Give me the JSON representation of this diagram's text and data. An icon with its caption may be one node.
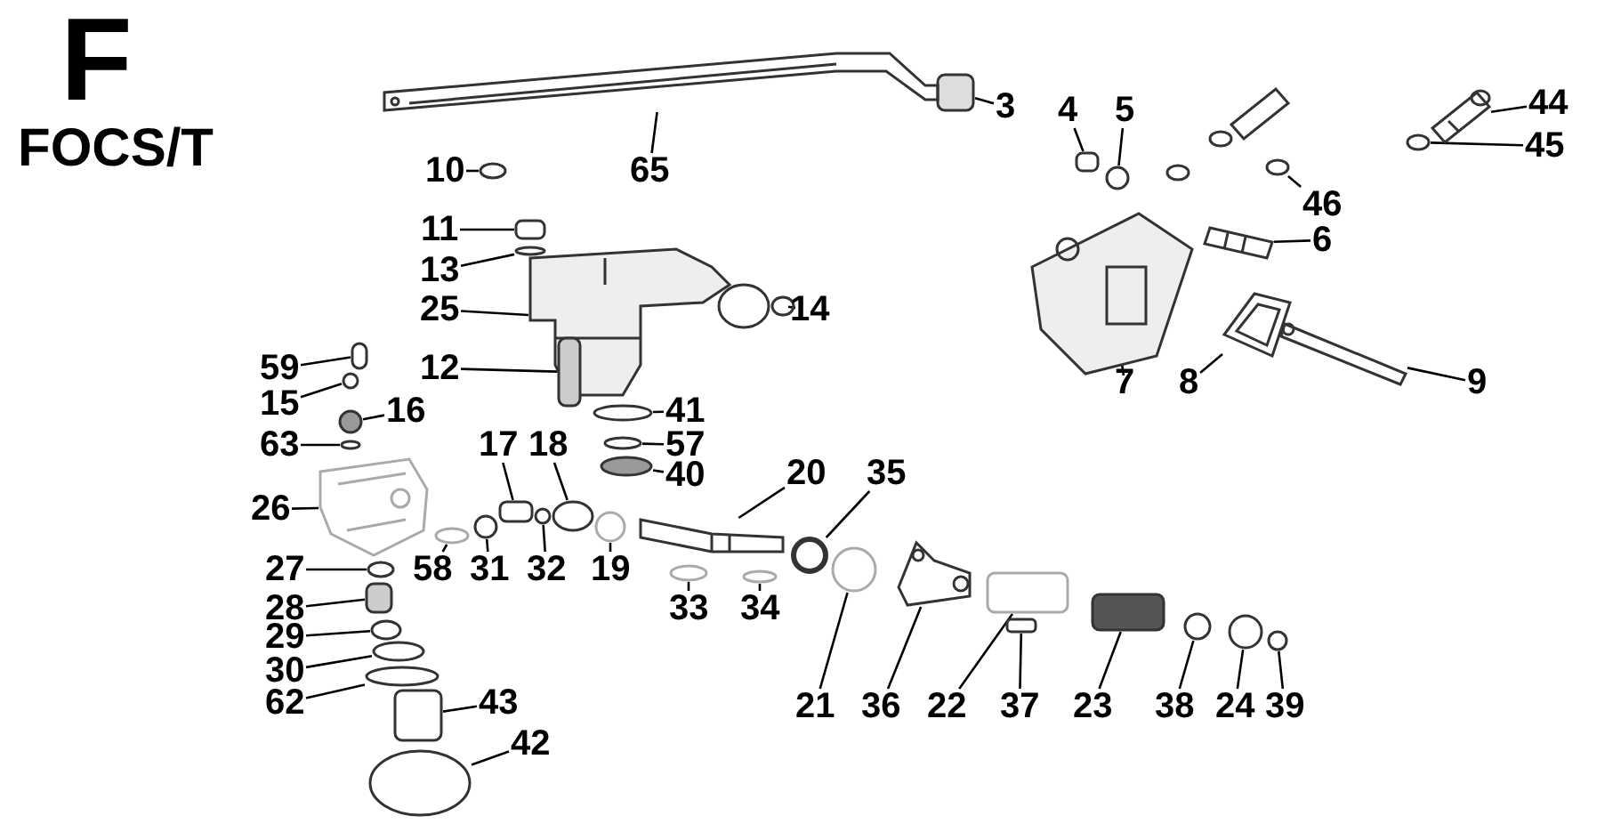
{
  "diagram": {
    "title": "F",
    "nodes": [
      {
        "text": [
          "3"
        ]
      },
      {
        "text": [
          "4"
        ]
      },
      {
        "text": [
          "5"
        ]
      },
      {
        "text": [
          "44"
        ]
      },
      {
        "text": [
          "45"
        ]
      },
      {
        "text": [
          "65"
        ]
      },
      {
        "text": [
          "10"
        ]
      },
      {
        "text": [
          "46"
        ]
      },
      {
        "text": [
          "11"
        ]
      },
      {
        "text": [
          "13"
        ]
      },
      {
        "text": [
          "6"
        ]
      },
      {
        "text": [
          "25"
        ]
      },
      {
        "text": [
          "14"
        ]
      },
      {
        "text": [
          "7"
        ]
      },
      {
        "text": [
          "8"
        ]
      },
      {
        "text": [
          "9"
        ]
      },
      {
        "text": [
          "59"
        ]
      },
      {
        "text": [
          "12"
        ]
      },
      {
        "text": [
          "15"
        ]
      },
      {
        "text": [
          "16"
        ]
      },
      {
        "text": [
          "41"
        ]
      },
      {
        "text": [
          "63"
        ]
      },
      {
        "text": [
          "57"
        ]
      },
      {
        "text": [
          "17"
        ]
      },
      {
        "text": [
          "18"
        ]
      },
      {
        "text": [
          "40"
        ]
      },
      {
        "text": [
          "20"
        ]
      },
      {
        "text": [
          "35"
        ]
      },
      {
        "text": [
          "26"
        ]
      },
      {
        "text": [
          "58"
        ]
      },
      {
        "text": [
          "31"
        ]
      },
      {
        "text": [
          "32"
        ]
      },
      {
        "text": [
          "19"
        ]
      },
      {
        "text": [
          "33"
        ]
      },
      {
        "text": [
          "34"
        ]
      },
      {
        "text": [
          "27"
        ]
      },
      {
        "text": [
          "28"
        ]
      },
      {
        "text": [
          "29"
        ]
      },
      {
        "text": [
          "30"
        ]
      },
      {
        "text": [
          "62"
        ]
      },
      {
        "text": [
          "43"
        ]
      },
      {
        "text": [
          "42"
        ]
      },
      {
        "text": [
          "21"
        ]
      },
      {
        "text": [
          "36"
        ]
      },
      {
        "text": [
          "22"
        ]
      },
      {
        "text": [
          "37"
        ]
      },
      {
        "text": [
          "23"
        ]
      },
      {
        "text": [
          "38"
        ]
      },
      {
        "text": [
          "24"
        ]
      },
      {
        "text": [
          "39"
        ]
      },
      {
        "text": [],
        "shape": "box"
      },
      {
        "text": [],
        "shape": "box"
      },
      {
        "text": [],
        "shape": "circle"
      },
      {
        "text": [],
        "shape": "picture"
      },
      {
        "text": [],
        "shape": "circle"
      },
      {
        "text": [],
        "shape": "picture"
      },
      {
        "text": [],
        "shape": "circle"
      },
      {
        "text": [],
        "shape": "circle"
      },
      {
        "text": [],
        "shape": "box"
      },
      {
        "text": [],
        "shape": "circle"
      },
      {
        "text": [],
        "shape": "picture"
      },
      {
        "text": [],
        "shape": "picture"
      },
      {
        "text": [],
        "shape": "circle"
      },
      {
        "text": [],
        "shape": "picture"
      },
      {
        "text": [],
        "shape": "picture"
      },
      {
        "text": [],
        "shape": "picture"
      },
      {
        "text": [],
        "shape": "box"
      },
      {
        "text": [],
        "shape": "box"
      },
      {
        "text": [],
        "shape": "circle"
      },
      {
        "text": [],
        "shape": "circle"
      },
      {
        "text": [],
        "shape": "circle"
      },
      {
        "text": [],
        "shape": "circle"
      },
      {
        "text": [],
        "shape": "circle"
      },
      {
        "text": [],
        "shape": "box"
      },
      {
        "text": [],
        "shape": "circle"
      },
      {
        "text": [],
        "shape": "circle"
      },
      {
        "text": [],
        "shape": "picture"
      },
      {
        "text": [],
        "shape": "circle"
      },
      {
        "text": [],
        "shape": "picture"
      },
      {
        "text": [],
        "shape": "circle"
      },
      {
        "text": [],
        "shape": "circle"
      },
      {
        "text": [],
        "shape": "circle"
      },
      {
        "text": [],
        "shape": "circle"
      },
      {
        "text": [],
        "shape": "circle"
      },
      {
        "text": [],
        "shape": "circle"
      },
      {
        "text": [],
        "shape": "circle"
      },
      {
        "text": [],
        "shape": "box"
      },
      {
        "text": [],
        "shape": "circle"
      },
      {
        "text": [],
        "shape": "circle"
      },
      {
        "text": [],
        "shape": "circle"
      },
      {
        "text": [],
        "shape": "box"
      },
      {
        "text": [],
        "shape": "circle"
      },
      {
        "text": [],
        "shape": "circle"
      },
      {
        "text": [],
        "shape": "picture"
      },
      {
        "text": [],
        "shape": "box"
      },
      {
        "text": [],
        "shape": "box"
      },
      {
        "text": [],
        "shape": "box"
      },
      {
        "text": [],
        "shape": "circle"
      },
      {
        "text": [],
        "shape": "circle"
      },
      {
        "text": [],
        "shape": "circle"
      }
    ],
    "edges": [
      {
        "from": 0,
        "to": 50,
        "arrow": "none"
      },
      {
        "from": 1,
        "to": 51,
        "arrow": "none"
      },
      {
        "from": 2,
        "to": 52,
        "arrow": "none"
      },
      {
        "from": 3,
        "to": 53,
        "arrow": "none"
      },
      {
        "from": 4,
        "to": 54,
        "arrow": "none"
      },
      {
        "from": 5,
        "to": 55,
        "arrow": "none"
      },
      {
        "from": 6,
        "to": 56,
        "arrow": "none"
      },
      {
        "from": 7,
        "to": 57,
        "arrow": "none"
      },
      {
        "from": 8,
        "to": 58,
        "arrow": "none"
      },
      {
        "from": 9,
        "to": 59,
        "arrow": "none"
      },
      {
        "from": 10,
        "to": 60,
        "arrow": "none"
      },
      {
        "from": 11,
        "to": 61,
        "arrow": "none"
      },
      {
        "from": 12,
        "to": 62,
        "arrow": "none"
      },
      {
        "from": 13,
        "to": 63,
        "arrow": "none"
      },
      {
        "from": 14,
        "to": 64,
        "arrow": "none"
      },
      {
        "from": 15,
        "to": 65,
        "arrow": "none"
      },
      {
        "from": 16,
        "to": 66,
        "arrow": "none"
      },
      {
        "from": 17,
        "to": 67,
        "arrow": "none"
      },
      {
        "from": 18,
        "to": 68,
        "arrow": "none"
      },
      {
        "from": 19,
        "to": 69,
        "arrow": "none"
      },
      {
        "from": 20,
        "to": 70,
        "arrow": "none"
      },
      {
        "from": 21,
        "to": 71,
        "arrow": "none"
      },
      {
        "from": 22,
        "to": 72,
        "arrow": "none"
      },
      {
        "from": 23,
        "to": 73,
        "arrow": "none"
      },
      {
        "from": 24,
        "to": 74,
        "arrow": "none"
      },
      {
        "from": 25,
        "to": 75,
        "arrow": "none"
      },
      {
        "from": 26,
        "to": 76,
        "arrow": "none"
      },
      {
        "from": 27,
        "to": 77,
        "arrow": "none"
      },
      {
        "from": 28,
        "to": 78,
        "arrow": "none"
      },
      {
        "from": 29,
        "to": 79,
        "arrow": "none"
      },
      {
        "from": 30,
        "to": 80,
        "arrow": "none"
      },
      {
        "from": 31,
        "to": 81,
        "arrow": "none"
      },
      {
        "from": 32,
        "to": 82,
        "arrow": "none"
      },
      {
        "from": 33,
        "to": 83,
        "arrow": "none"
      },
      {
        "from": 34,
        "to": 84,
        "arrow": "none"
      },
      {
        "from": 35,
        "to": 85,
        "arrow": "none"
      },
      {
        "from": 36,
        "to": 86,
        "arrow": "none"
      },
      {
        "from": 37,
        "to": 87,
        "arrow": "none"
      },
      {
        "from": 38,
        "to": 88,
        "arrow": "none"
      },
      {
        "from": 39,
        "to": 89,
        "arrow": "none"
      },
      {
        "from": 40,
        "to": 90,
        "arrow": "none"
      },
      {
        "from": 41,
        "to": 91,
        "arrow": "none"
      },
      {
        "from": 42,
        "to": 92,
        "arrow": "none"
      },
      {
        "from": 43,
        "to": 93,
        "arrow": "none"
      },
      {
        "from": 44,
        "to": 94,
        "arrow": "none"
      },
      {
        "from": 45,
        "to": 95,
        "arrow": "none"
      },
      {
        "from": 46,
        "to": 96,
        "arrow": "none"
      },
      {
        "from": 47,
        "to": 97,
        "arrow": "none"
      },
      {
        "from": 48,
        "to": 98,
        "arrow": "none"
      },
      {
        "from": 49,
        "to": 99,
        "arrow": "none"
      }
    ],
    "labels": [
      "FOCS/T"
    ]
  }
}
